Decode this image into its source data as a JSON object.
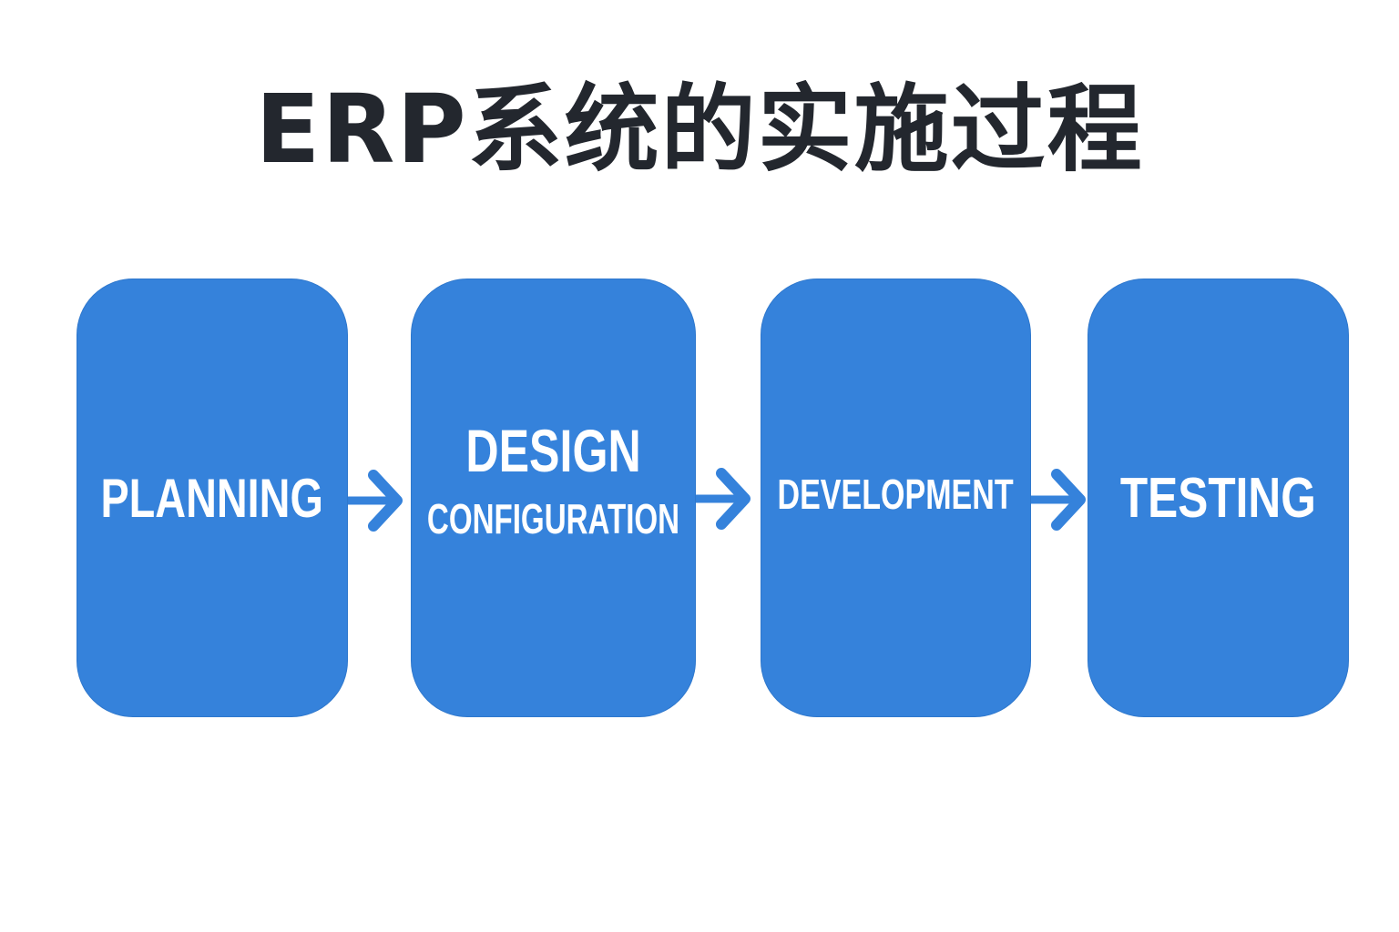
{
  "title": "ERP系统的实施过程",
  "colors": {
    "box_fill": "#3582db",
    "arrow": "#3582db",
    "title_text": "#23272e",
    "box_text": "#ffffff",
    "background": "#ffffff"
  },
  "steps": [
    {
      "label": "PLANNING"
    },
    {
      "label": "DESIGN",
      "sublabel": "CONFIGURATION"
    },
    {
      "label": "DEVELOPMENT"
    },
    {
      "label": "TESTING"
    }
  ],
  "connectors": [
    {
      "from": "PLANNING",
      "to": "DESIGN / CONFIGURATION",
      "icon": "arrow-right-icon"
    },
    {
      "from": "DESIGN / CONFIGURATION",
      "to": "DEVELOPMENT",
      "icon": "arrow-right-icon"
    },
    {
      "from": "DEVELOPMENT",
      "to": "TESTING",
      "icon": "arrow-right-icon"
    }
  ]
}
